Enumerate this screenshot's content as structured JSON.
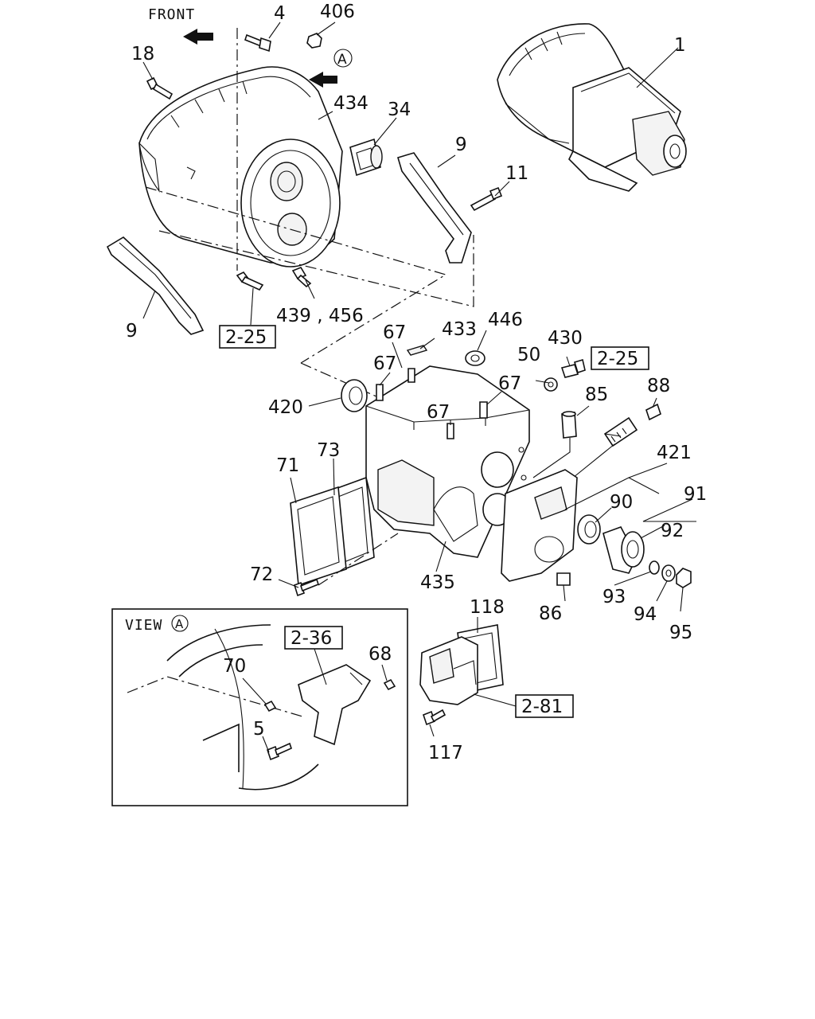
{
  "front_label": "FRONT",
  "view_marker": "A",
  "view_label": "VIEW",
  "callouts": {
    "c4": "4",
    "c406": "406",
    "c18": "18",
    "c434": "434",
    "c34": "34",
    "c1": "1",
    "c9a": "9",
    "c11": "11",
    "c9b": "9",
    "c439_456": "439 , 456",
    "c67a": "67",
    "c433": "433",
    "c446": "446",
    "c430": "430",
    "c67b": "67",
    "c50": "50",
    "c67c": "67",
    "c85": "85",
    "c88": "88",
    "c420": "420",
    "c67d": "67",
    "c421": "421",
    "c73": "73",
    "c71": "71",
    "c91": "91",
    "c90": "90",
    "c92": "92",
    "c72": "72",
    "c435": "435",
    "c93": "93",
    "c86": "86",
    "c94": "94",
    "c95": "95",
    "c118": "118",
    "c68": "68",
    "c70": "70",
    "c5": "5",
    "c117": "117"
  },
  "refs": {
    "r225a": "2-25",
    "r225b": "2-25",
    "r236": "2-36",
    "r281": "2-81"
  }
}
